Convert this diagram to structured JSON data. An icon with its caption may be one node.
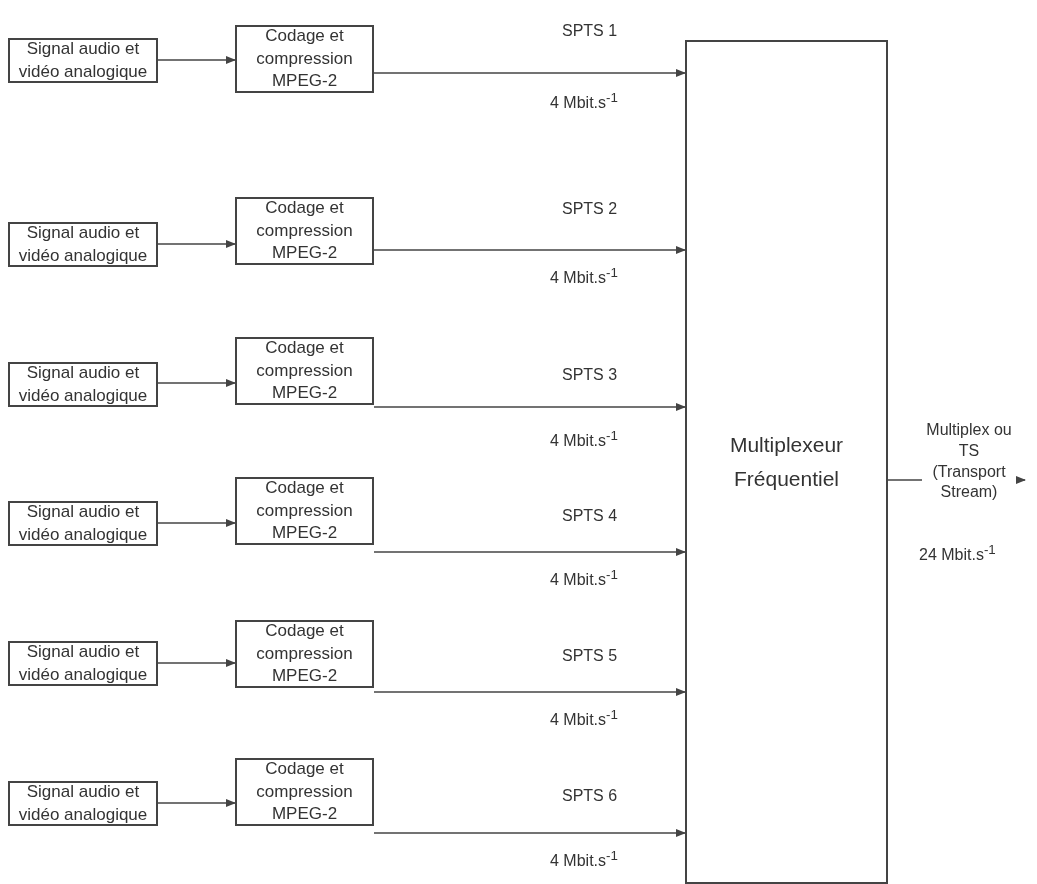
{
  "diagram": {
    "nodes": [
      {
        "text": [
          "Signal audio et vidéo analogique"
        ]
      },
      {
        "text": [
          "Codage et compression MPEG-2"
        ]
      },
      {
        "text": [
          "Signal audio et vidéo analogique"
        ]
      },
      {
        "text": [
          "Codage et compression MPEG-2"
        ]
      },
      {
        "text": [
          "Signal audio et vidéo analogique"
        ]
      },
      {
        "text": [
          "Codage et compression MPEG-2"
        ]
      },
      {
        "text": [
          "Signal audio et vidéo analogique"
        ]
      },
      {
        "text": [
          "Codage et compression MPEG-2"
        ]
      },
      {
        "text": [
          "Signal audio et vidéo analogique"
        ]
      },
      {
        "text": [
          "Codage et compression MPEG-2"
        ]
      },
      {
        "text": [
          "Signal audio et vidéo analogique"
        ]
      },
      {
        "text": [
          "Codage et compression MPEG-2"
        ]
      },
      {
        "text": [
          "Multiplexeur Fréquentiel"
        ]
      }
    ],
    "edges": [
      {
        "from": 0,
        "to": 1,
        "arrow": "to"
      },
      {
        "from": 1,
        "to": 12,
        "arrow": "to",
        "label": "SPTS 1"
      },
      {
        "from": 2,
        "to": 3,
        "arrow": "to"
      },
      {
        "from": 3,
        "to": 12,
        "arrow": "to",
        "label": "SPTS 2"
      },
      {
        "from": 4,
        "to": 5,
        "arrow": "to"
      },
      {
        "from": 5,
        "to": 12,
        "arrow": "to",
        "label": "SPTS 3"
      },
      {
        "from": 6,
        "to": 7,
        "arrow": "to"
      },
      {
        "from": 7,
        "to": 12,
        "arrow": "to",
        "label": "SPTS 4"
      },
      {
        "from": 8,
        "to": 9,
        "arrow": "to"
      },
      {
        "from": 9,
        "to": 12,
        "arrow": "to",
        "label": "SPTS 5"
      },
      {
        "from": 10,
        "to": 11,
        "arrow": "to"
      },
      {
        "from": 11,
        "to": 12,
        "arrow": "to",
        "label": "SPTS 6"
      },
      {
        "from": 12,
        "to": null,
        "arrow": "to",
        "label": "Multiplex ou TS (Transport Stream)"
      }
    ],
    "labels": [
      "4 Mbit.s$^{-1}$",
      "4 Mbit.s$^{-1}$",
      "4 Mbit.s$^{-1}$",
      "4 Mbit.s$^{-1}$",
      "4 Mbit.s$^{-1}$",
      "4 Mbit.s$^{-1}$",
      "24 Mbit.s$^{-1}$"
    ]
  }
}
